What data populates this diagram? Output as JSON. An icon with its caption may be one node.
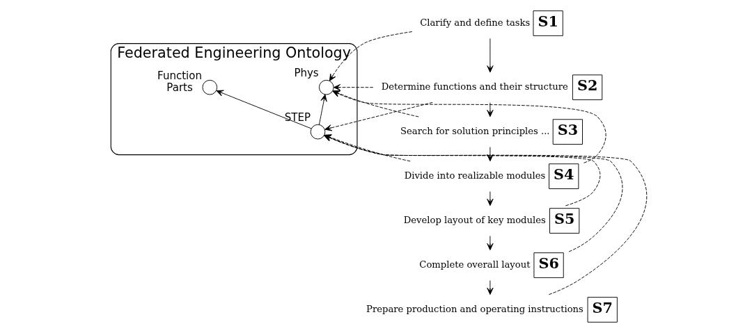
{
  "diagram": {
    "nodes": [
      {
        "text": [
          "Federated Engineering Ontology"
        ]
      },
      {
        "text": [],
        "shape": "circle",
        "in": 0,
        "beside": [
          "Phys"
        ]
      },
      {
        "text": [],
        "shape": "circle",
        "in": 0,
        "beside": [
          "Function",
          "Parts"
        ]
      },
      {
        "text": [],
        "shape": "circle",
        "in": 0,
        "beside": [
          "STEP"
        ]
      },
      {
        "text": [
          "S1"
        ],
        "beside": [
          "Clarify and define tasks"
        ]
      },
      {
        "text": [
          "S2"
        ],
        "beside": [
          "Determine functions and their structure"
        ]
      },
      {
        "text": [
          "S3"
        ],
        "beside": [
          "Search for solution principles ..."
        ]
      },
      {
        "text": [
          "S4"
        ],
        "beside": [
          "Divide into realizable modules"
        ]
      },
      {
        "text": [
          "S5"
        ],
        "beside": [
          "Develop layout of key modules"
        ]
      },
      {
        "text": [
          "S6"
        ],
        "beside": [
          "Complete overall layout"
        ]
      },
      {
        "text": [
          "S7"
        ],
        "beside": [
          "Prepare production and operating instructions"
        ]
      }
    ],
    "edges": [
      {
        "from": 4,
        "to": 5,
        "arrow": "to"
      },
      {
        "from": 5,
        "to": 6,
        "arrow": "to"
      },
      {
        "from": 6,
        "to": 7,
        "arrow": "to"
      },
      {
        "from": 7,
        "to": 8,
        "arrow": "to"
      },
      {
        "from": 8,
        "to": 9,
        "arrow": "to"
      },
      {
        "from": 9,
        "to": 10,
        "arrow": "to"
      },
      {
        "from": 4,
        "to": 1,
        "arrow": "to",
        "style": "dashed"
      },
      {
        "from": 5,
        "to": 1,
        "arrow": "to",
        "style": "dashed"
      },
      {
        "from": 5,
        "to": 3,
        "arrow": "to",
        "style": "dashed"
      },
      {
        "from": 6,
        "to": 1,
        "arrow": "to",
        "style": "dashed"
      },
      {
        "from": 7,
        "to": 1,
        "arrow": "to",
        "style": "dashed"
      },
      {
        "from": 7,
        "to": 3,
        "arrow": "to",
        "style": "dashed"
      },
      {
        "from": 8,
        "to": 3,
        "arrow": "to",
        "style": "dashed"
      },
      {
        "from": 9,
        "to": 3,
        "arrow": "to",
        "style": "dashed"
      },
      {
        "from": 10,
        "to": 3,
        "arrow": "to",
        "style": "dashed"
      },
      {
        "from": 3,
        "to": 1,
        "arrow": "to"
      },
      {
        "from": 3,
        "to": 2,
        "arrow": "to"
      }
    ]
  }
}
